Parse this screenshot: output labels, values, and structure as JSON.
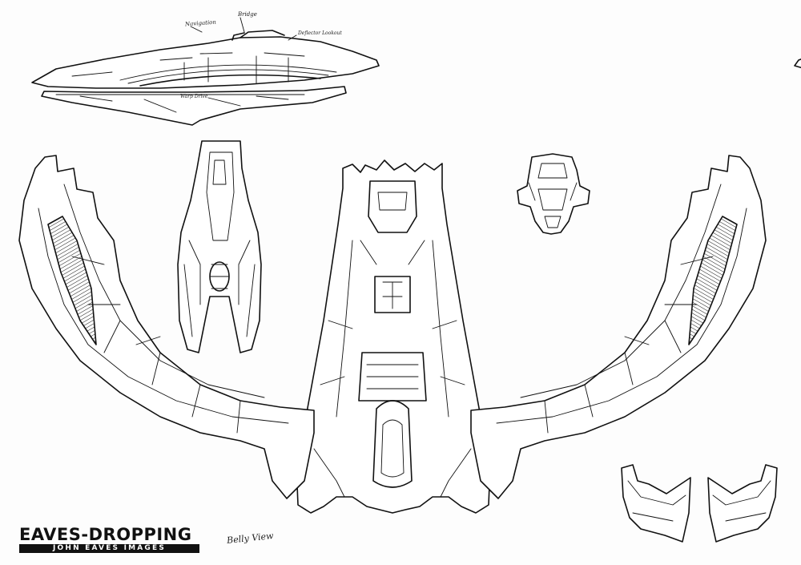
{
  "annotations": {
    "bridge": "Bridge",
    "navigation": "Navigation",
    "deflector": "Deflector Lookout",
    "warp": "Warp Drive",
    "belly_view": "Belly View"
  },
  "watermark": {
    "title": "EAVES-DROPPING",
    "subtitle": "JOHN EAVES IMAGES"
  },
  "views": [
    "side-view-left",
    "side-view-right",
    "belly-view",
    "top-view-small",
    "front-view",
    "wing-detail-left",
    "wing-detail-right"
  ]
}
